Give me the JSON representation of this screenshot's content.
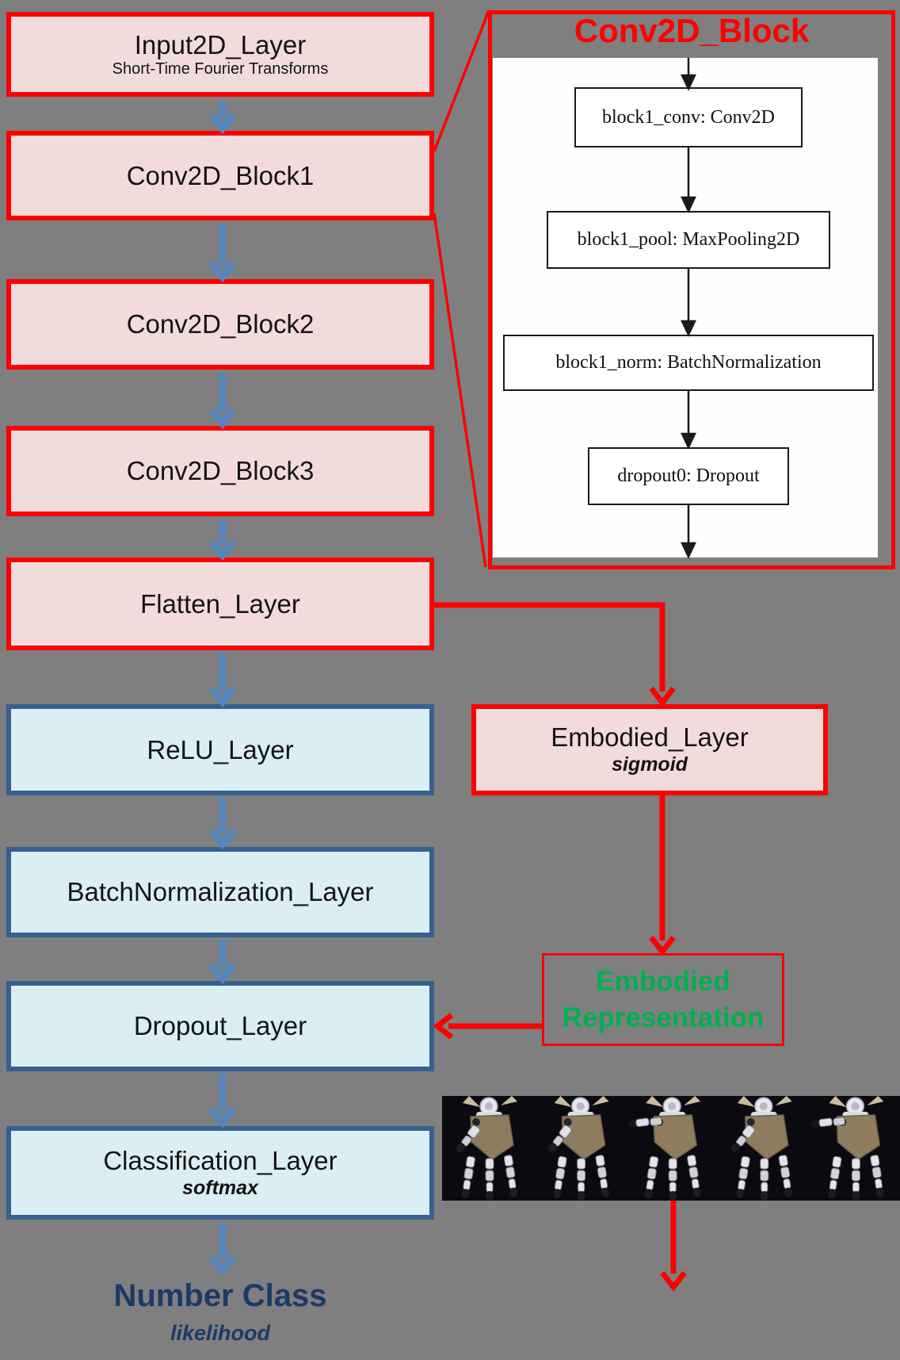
{
  "background_color": "#7f7f7f",
  "colors": {
    "red_accent": "#fe0000",
    "pink_fill": "#f2dcdb",
    "light_blue_fill": "#daeef3",
    "dark_blue_border": "#376091",
    "flow_arrow_blue": "#5585bb",
    "green_text": "#00b050",
    "navy_text": "#1b3a66",
    "panel_white": "#ffffff",
    "graphviz_black": "#1a1a1a",
    "strip_background": "#0a0a10"
  },
  "left": {
    "boxes": [
      {
        "label": "Input2D_Layer",
        "sub": "Short-Time Fourier Transforms"
      },
      {
        "label": "Conv2D_Block1"
      },
      {
        "label": "Conv2D_Block2"
      },
      {
        "label": "Conv2D_Block3"
      },
      {
        "label": "Flatten_Layer"
      },
      {
        "label": "ReLU_Layer"
      },
      {
        "label": "BatchNormalization_Layer"
      },
      {
        "label": "Dropout_Layer"
      },
      {
        "label": "Classification_Layer",
        "sub": "softmax"
      }
    ],
    "output_title": "Number Class",
    "output_sub": "likelihood"
  },
  "conv_block_panel": {
    "title": "Conv2D_Block",
    "nodes": [
      {
        "label": "block1_conv: Conv2D"
      },
      {
        "label": "block1_pool: MaxPooling2D"
      },
      {
        "label": "block1_norm: BatchNormalization"
      },
      {
        "label": "dropout0: Dropout"
      }
    ]
  },
  "embodied_layer": {
    "label": "Embodied_Layer",
    "sub": "sigmoid"
  },
  "embodied_representation": {
    "line1": "Embodied",
    "line2": "Representation"
  },
  "figures": {
    "robot_hands_strip": "robot-hand-frames"
  }
}
